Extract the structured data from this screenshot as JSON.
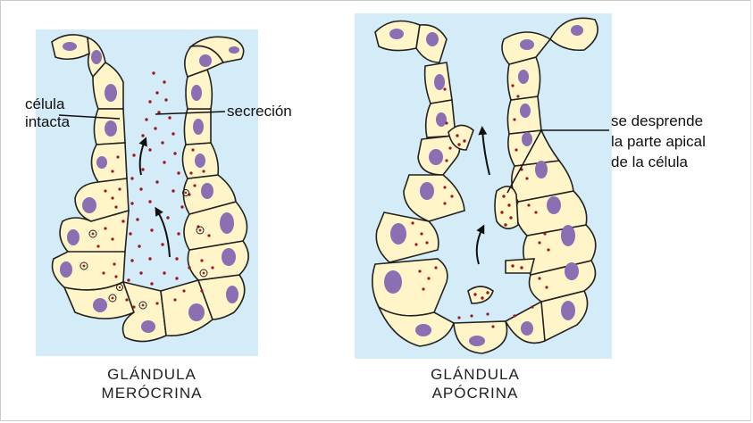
{
  "colors": {
    "panel_background": "#d4ecf7",
    "cell_fill": "#fff5c8",
    "cell_stroke": "#222222",
    "nucleus": "#8a6fb3",
    "granule": "#9a1a24"
  },
  "merocrine": {
    "label_cell_line1": "célula",
    "label_cell_line2": "intacta",
    "label_secretion": "secreción",
    "caption_line1": "GLÁNDULA",
    "caption_line2": "MERÓCRINA"
  },
  "apocrine": {
    "label_line1": "se desprende",
    "label_line2": "la parte apical",
    "label_line3": "de la célula",
    "caption_line1": "GLÁNDULA",
    "caption_line2": "APÓCRINA"
  }
}
